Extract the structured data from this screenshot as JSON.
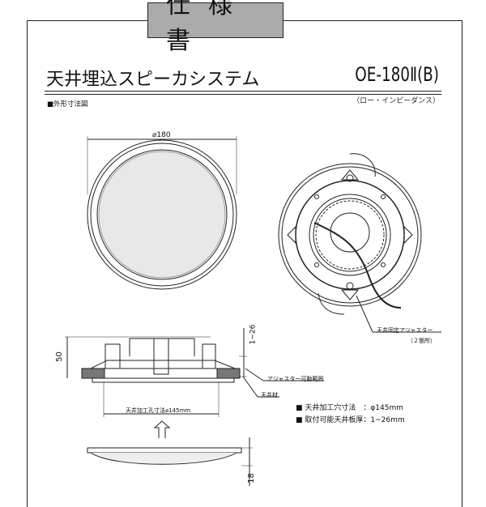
{
  "title": "仕様書",
  "heading": "天井埋込スピーカシステム",
  "model": "OE-180Ⅱ(B)",
  "subtitle": "（ロー・インピーダンス）",
  "section": "■外形寸法図",
  "dims": {
    "diameter": "⌀180",
    "height": "50",
    "adjust": "1~26",
    "grille_height": "18",
    "hole": "天井加工孔寸法⌀145mm"
  },
  "labels": {
    "fix_adjuster": "天井固定アジャスター",
    "fix_count": "（２箇所）",
    "adjust_range": "アジャスター可動範囲",
    "ceiling": "天井材"
  },
  "specs": [
    {
      "label": "■ 天井加工穴寸法　：",
      "value": "φ145mm"
    },
    {
      "label": "■ 取付可能天井板厚：",
      "value": "1~26mm"
    }
  ]
}
